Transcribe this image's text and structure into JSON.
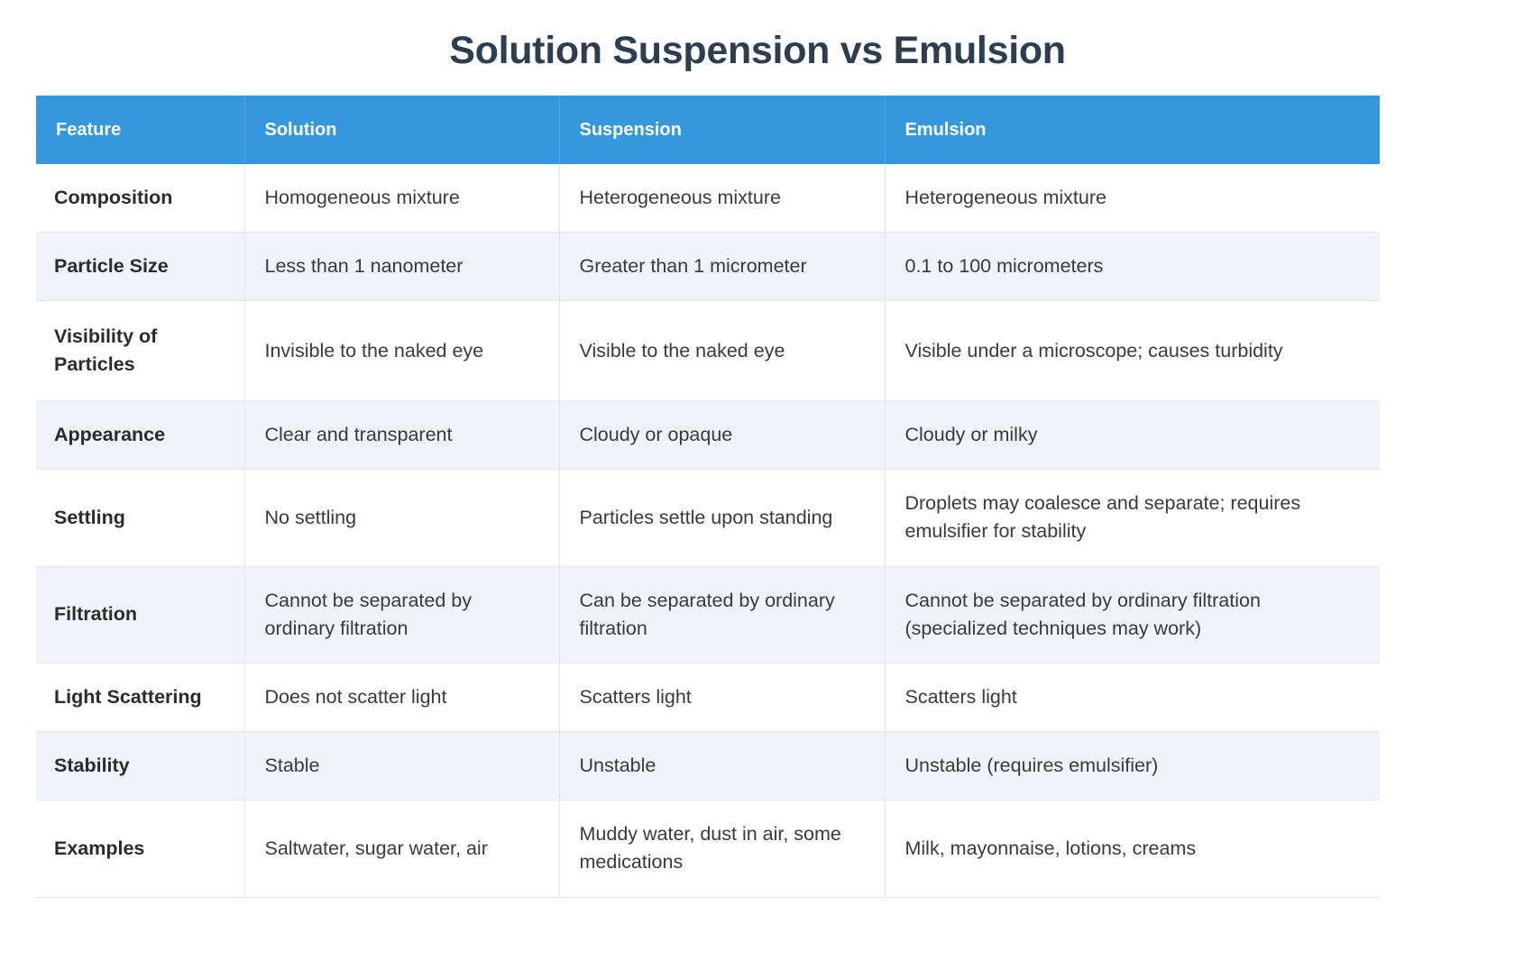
{
  "page": {
    "title": "Solution Suspension vs Emulsion",
    "accent_color": "#3498db",
    "title_color": "#2c3e50",
    "row_alt_color": "#f0f4f8",
    "border_color": "#e3e7ea"
  },
  "table": {
    "headers": [
      "Feature",
      "Solution",
      "Suspension",
      "Emulsion"
    ],
    "rows": [
      {
        "feature": "Composition",
        "solution": "Homogeneous mixture",
        "suspension": "Heterogeneous mixture",
        "emulsion": "Heterogeneous mixture"
      },
      {
        "feature": "Particle Size",
        "solution": "Less than 1 nanometer",
        "suspension": "Greater than 1 micrometer",
        "emulsion": "0.1 to 100 micrometers"
      },
      {
        "feature": "Visibility of Particles",
        "solution": "Invisible to the naked eye",
        "suspension": "Visible to the naked eye",
        "emulsion": "Visible under a microscope; causes turbidity"
      },
      {
        "feature": "Appearance",
        "solution": "Clear and transparent",
        "suspension": "Cloudy or opaque",
        "emulsion": "Cloudy or milky"
      },
      {
        "feature": "Settling",
        "solution": "No settling",
        "suspension": "Particles settle upon standing",
        "emulsion": "Droplets may coalesce and separate; requires emulsifier for stability"
      },
      {
        "feature": "Filtration",
        "solution": "Cannot be separated by ordinary filtration",
        "suspension": "Can be separated by ordinary filtration",
        "emulsion": "Cannot be separated by ordinary filtration (specialized techniques may work)"
      },
      {
        "feature": "Light Scattering",
        "solution": "Does not scatter light",
        "suspension": "Scatters light",
        "emulsion": "Scatters light"
      },
      {
        "feature": "Stability",
        "solution": "Stable",
        "suspension": "Unstable",
        "emulsion": "Unstable (requires emulsifier)"
      },
      {
        "feature": "Examples",
        "solution": "Saltwater, sugar water, air",
        "suspension": "Muddy water, dust in air, some medications",
        "emulsion": "Milk, mayonnaise, lotions, creams"
      }
    ]
  }
}
